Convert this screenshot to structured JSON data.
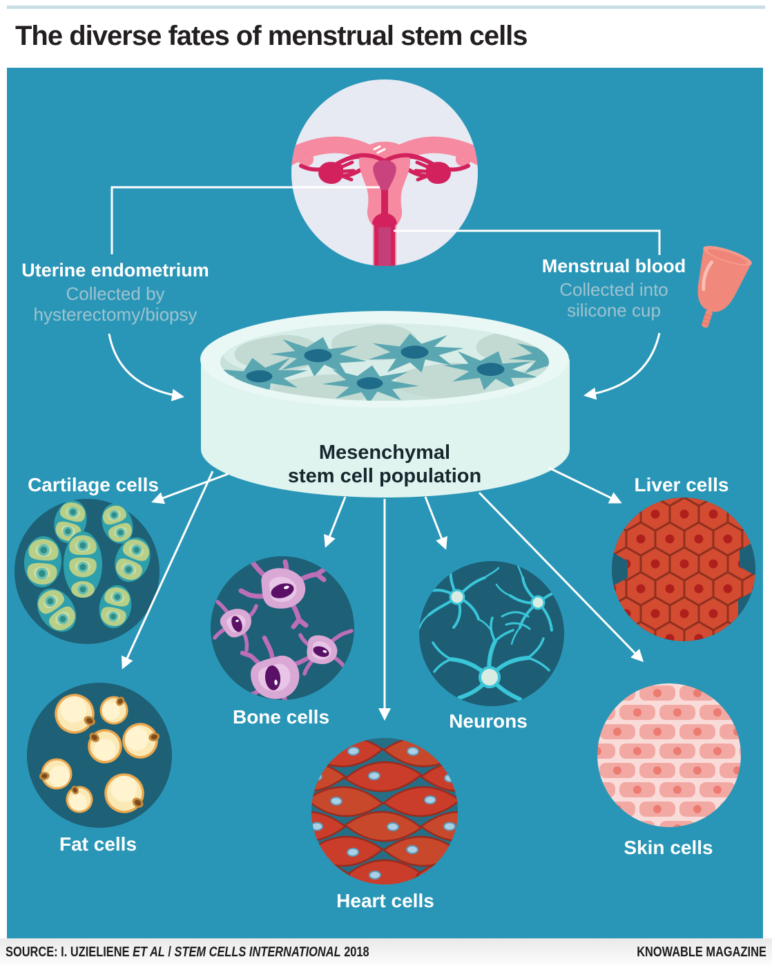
{
  "title": "The diverse fates of menstrual stem cells",
  "sources": {
    "uterine": {
      "label": "Uterine endometrium",
      "sub1": "Collected by",
      "sub2": "hysterectomy/biopsy"
    },
    "menstrual": {
      "label": "Menstrual blood",
      "sub1": "Collected into",
      "sub2": "silicone cup"
    }
  },
  "dish": {
    "line1": "Mesenchymal",
    "line2": "stem cell population"
  },
  "cell_types": {
    "cartilage": "Cartilage cells",
    "fat": "Fat cells",
    "bone": "Bone cells",
    "heart": "Heart cells",
    "neurons": "Neurons",
    "liver": "Liver cells",
    "skin": "Skin cells"
  },
  "footer": {
    "source_prefix": "SOURCE: I. UZIELIENE ",
    "source_italic_1": "ET AL",
    "source_mid": " / ",
    "source_italic_2": "STEM CELLS INTERNATIONAL",
    "source_suffix": " 2018",
    "brand": "KNOWABLE MAGAZINE"
  },
  "colors": {
    "background_teal": "#2A96B7",
    "dark_circle_teal": "#1E6076",
    "dish_mint": "#DFF3EF",
    "uterus_pink": "#F58AA0",
    "uterus_crimson": "#D2215C",
    "cup_salmon": "#F0897B",
    "subtitle_gray": "#9DC3D0",
    "title_dark": "#231F20"
  }
}
